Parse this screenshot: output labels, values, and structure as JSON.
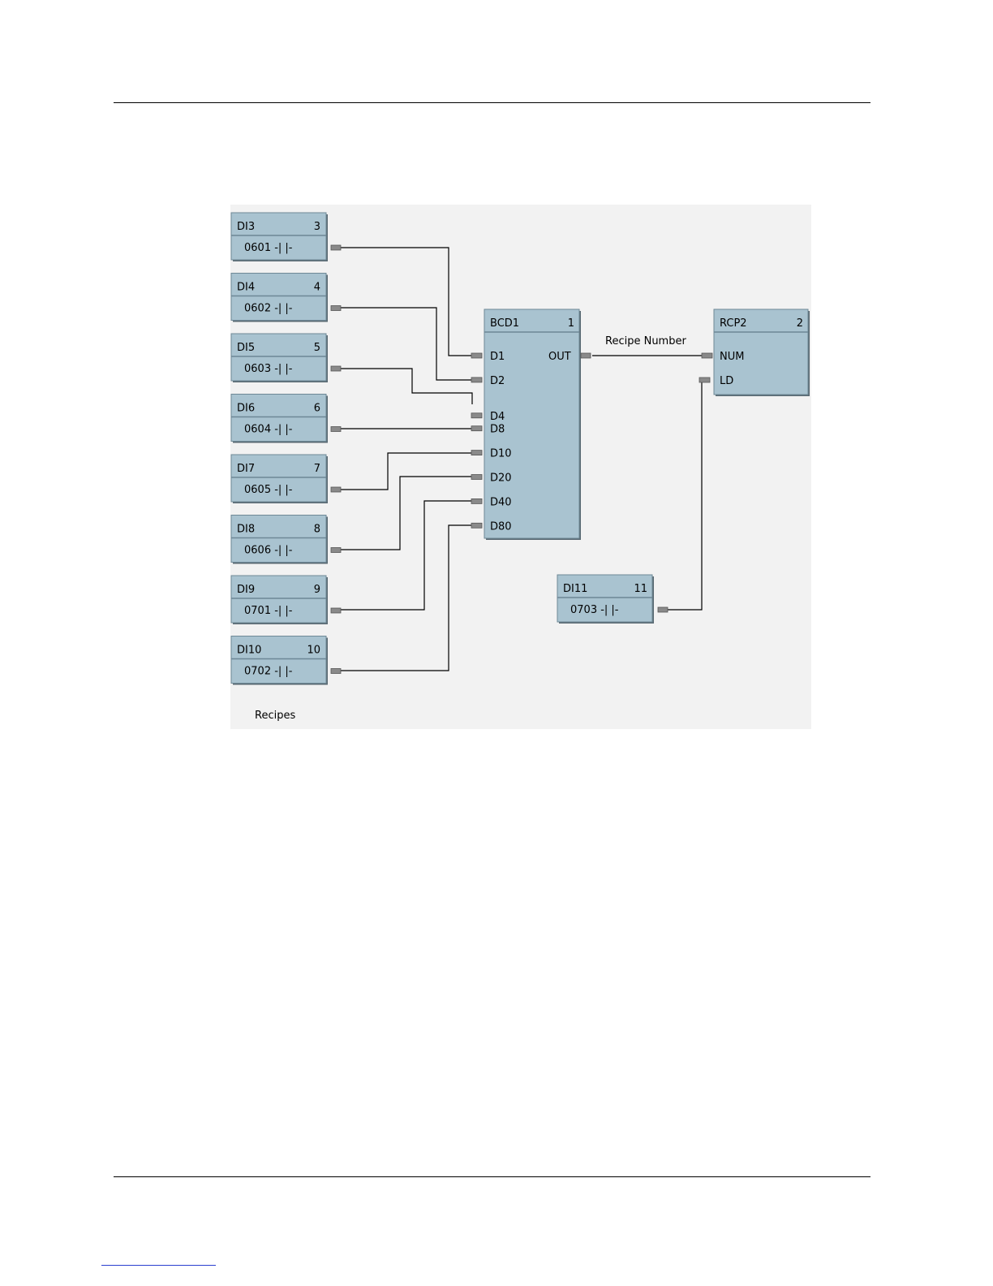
{
  "diagram": {
    "di_blocks": [
      {
        "name": "DI3",
        "num": "3",
        "addr": "0601 -| |-"
      },
      {
        "name": "DI4",
        "num": "4",
        "addr": "0602 -| |-"
      },
      {
        "name": "DI5",
        "num": "5",
        "addr": "0603 -| |-"
      },
      {
        "name": "DI6",
        "num": "6",
        "addr": "0604 -| |-"
      },
      {
        "name": "DI7",
        "num": "7",
        "addr": "0605 -| |-"
      },
      {
        "name": "DI8",
        "num": "8",
        "addr": "0606 -| |-"
      },
      {
        "name": "DI9",
        "num": "9",
        "addr": "0701 -| |-"
      },
      {
        "name": "DI10",
        "num": "10",
        "addr": "0702 -| |-"
      }
    ],
    "di11": {
      "name": "DI11",
      "num": "11",
      "addr": "0703 -| |-"
    },
    "bcd": {
      "name": "BCD1",
      "num": "1",
      "inputs": [
        "D1",
        "D2",
        "D4",
        "D8",
        "D10",
        "D20",
        "D40",
        "D80"
      ],
      "output": "OUT"
    },
    "rcp": {
      "name": "RCP2",
      "num": "2",
      "inputs": [
        "NUM",
        "LD"
      ]
    },
    "wire_label": "Recipe Number",
    "caption": "Recipes"
  }
}
